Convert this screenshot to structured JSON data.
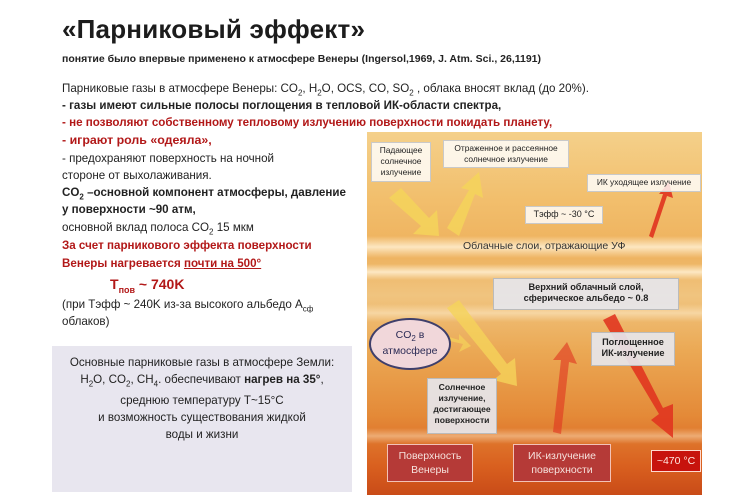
{
  "title": "«Парниковый эффект»",
  "subtitle": "понятие было впервые применено к атмосфере Венеры (Ingersol,1969, J. Atm. Sci., 26,1191)",
  "left": {
    "gases_prefix": "Парниковые газы в атмосфере Венеры: CO",
    "gases_co2_sub": "2",
    "gases_mid1": ", H",
    "gases_h2o_sub": "2",
    "gases_mid2": "O, OCS, CO, SO",
    "gases_so2_sub": "2",
    "gases_suffix": " , облака вносят вклад (до 20%).",
    "bullet1": "- газы имеют сильные полосы поглощения в тепловой ИК-области спектра,",
    "bullet2": "- не позволяют собственному тепловому  излучению поверхности покидать планету,",
    "bullet3": "- играют роль «одеяла»,",
    "bullet4a": "- предохраняют поверхность на ночной",
    "bullet4b": "стороне от выхолаживания.",
    "co2_prefix": "CO",
    "co2_sub": "2",
    "co2_rest": " –основной компонент атмосферы, давление",
    "pressure": " у поверхности ~90 атм,",
    "band_prefix": " основной вклад  полоса CO",
    "band_sub": "2",
    "band_rest": " 15 мкм",
    "heat1": "За счет парникового эффекта поверхности",
    "heat2_prefix": "Венеры нагревается ",
    "heat2_underlined": "почти на 500°",
    "tpov_label": "T",
    "tpov_sub": "пов",
    "tpov_value": " ~ 740K",
    "note1": "(при Tэфф ~ 240K из-за высокого альбедо А",
    "note1_sub": "сф",
    "note2": " облаков)"
  },
  "earth": {
    "line1": "Основные парниковые газы в атмосфере Земли:",
    "line2_a": "H",
    "line2_sub1": "2",
    "line2_b": "O, CO",
    "line2_sub2": "2",
    "line2_c": ", CH",
    "line2_sub3": "4",
    "line2_d": ". обеспечивают ",
    "line2_bold": "нагрев на 35°",
    "line2_e": ",",
    "line3": "среднюю температуру T~15°C",
    "line4": "и возможность существования жидкой",
    "line5": "воды и жизни"
  },
  "figure": {
    "incoming": "Падающее солнечное излучение",
    "reflected": "Отраженное и рассеянное солнечное излучение",
    "ir_out": "ИК уходящее излучение",
    "teff": "Тэфф ~ -30 °C",
    "cloud_layers": "Облачные слои, отражающие УФ",
    "upper_cloud_1": "Верхний облачный слой,",
    "upper_cloud_2": "сферическое альбедо ~ 0.8",
    "co2_1": "CO",
    "co2_sub": "2",
    "co2_2": " в",
    "co2_3": "атмосфере",
    "absorbed_1": "Поглощенное",
    "absorbed_2": "ИК-излучение",
    "solar_1": "Солнечное",
    "solar_2": "излучение,",
    "solar_3": "достигающее",
    "solar_4": "поверхности",
    "surface_1": "Поверхность",
    "surface_2": "Венеры",
    "ir_surface_1": "ИК-излучение",
    "ir_surface_2": "поверхности",
    "surface_temp": "~470 °C"
  },
  "colors": {
    "red_text": "#b21818",
    "arrow_yellow": "#f5d35a",
    "arrow_red": "#e0331f"
  }
}
